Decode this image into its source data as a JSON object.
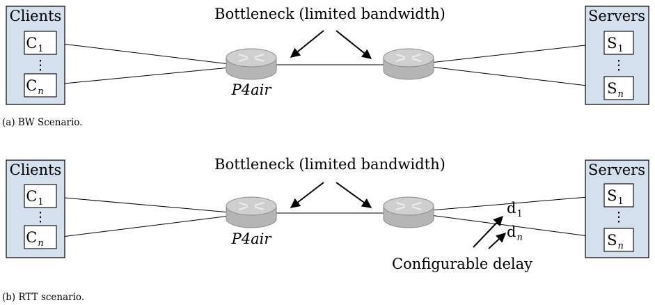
{
  "panels": [
    {
      "id": "a",
      "clients_label": "Clients",
      "servers_label": "Servers",
      "client_nodes": [
        {
          "base": "C",
          "sub": "1"
        },
        {
          "base": "C",
          "sub": "n"
        }
      ],
      "server_nodes": [
        {
          "base": "S",
          "sub": "1"
        },
        {
          "base": "S",
          "sub": "n"
        }
      ],
      "vertical_dots": "⋮",
      "bottleneck_label": "Bottleneck (limited bandwidth)",
      "router_label": "P4air",
      "caption": "(a) BW Scenario."
    },
    {
      "id": "b",
      "clients_label": "Clients",
      "servers_label": "Servers",
      "client_nodes": [
        {
          "base": "C",
          "sub": "1"
        },
        {
          "base": "C",
          "sub": "n"
        }
      ],
      "server_nodes": [
        {
          "base": "S",
          "sub": "1"
        },
        {
          "base": "S",
          "sub": "n"
        }
      ],
      "vertical_dots": "⋮",
      "bottleneck_label": "Bottleneck (limited bandwidth)",
      "router_label": "P4air",
      "delay_labels": [
        {
          "base": "d",
          "sub": "1"
        },
        {
          "base": "d",
          "sub": "n"
        }
      ],
      "delay_caption": "Configurable delay",
      "caption": "(b) RTT scenario."
    }
  ],
  "colors": {
    "group_fill": "#d5e0ef",
    "router_body": "#b5b5b5",
    "router_top": "#cfcfcf"
  },
  "icons": {
    "router": "router-icon",
    "arrow": "arrow-icon"
  }
}
